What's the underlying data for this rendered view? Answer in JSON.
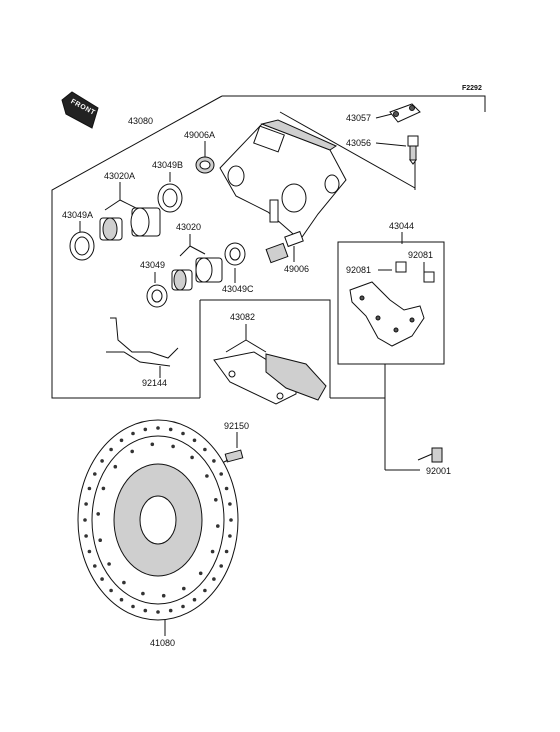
{
  "diagram_ref": "F2292",
  "front_marker": "FRONT",
  "labels": {
    "p43080": "43080",
    "p49006A": "49006A",
    "p43049B": "43049B",
    "p43020A": "43020A",
    "p43049A": "43049A",
    "p43020": "43020",
    "p43049": "43049",
    "p43049C": "43049C",
    "p49006": "49006",
    "p43057": "43057",
    "p43056": "43056",
    "p43044": "43044",
    "p92081a": "92081",
    "p92081b": "92081",
    "p43082": "43082",
    "p92144": "92144",
    "p92150": "92150",
    "p92001": "92001",
    "p41080": "41080"
  }
}
